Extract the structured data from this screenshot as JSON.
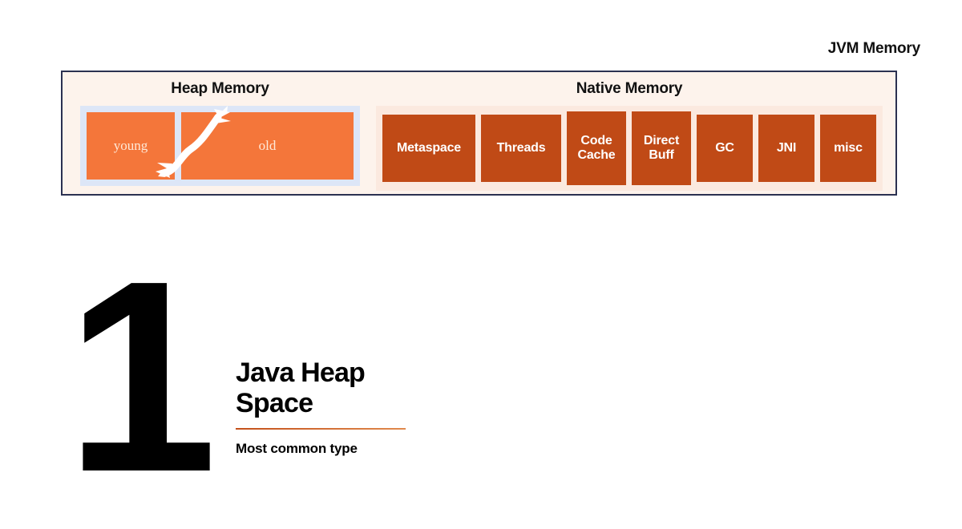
{
  "caption": "JVM Memory",
  "diagram": {
    "heap": {
      "title": "Heap Memory",
      "blocks": [
        {
          "label": "young"
        },
        {
          "label": "old"
        }
      ],
      "arrow_icon": "double-headed-arrow-icon"
    },
    "native": {
      "title": "Native Memory",
      "blocks": [
        {
          "label": "Metaspace"
        },
        {
          "label": "Threads"
        },
        {
          "label": "Code\nCache"
        },
        {
          "label": "Direct\nBuff"
        },
        {
          "label": "GC"
        },
        {
          "label": "JNI"
        },
        {
          "label": "misc"
        }
      ]
    }
  },
  "feature": {
    "number": "1",
    "title": "Java Heap\nSpace",
    "subtitle": "Most common type"
  },
  "colors": {
    "frame_border": "#2b3151",
    "frame_background": "#fdf3ec",
    "heap_panel": "#dde6f7",
    "heap_block": "#f4763a",
    "heap_label": "#ffe9d8",
    "native_panel": "#fbe9df",
    "native_block": "#c04a16",
    "native_label": "#ffffff",
    "rule": "#c4501a",
    "text": "#000000",
    "page_background": "#ffffff"
  }
}
